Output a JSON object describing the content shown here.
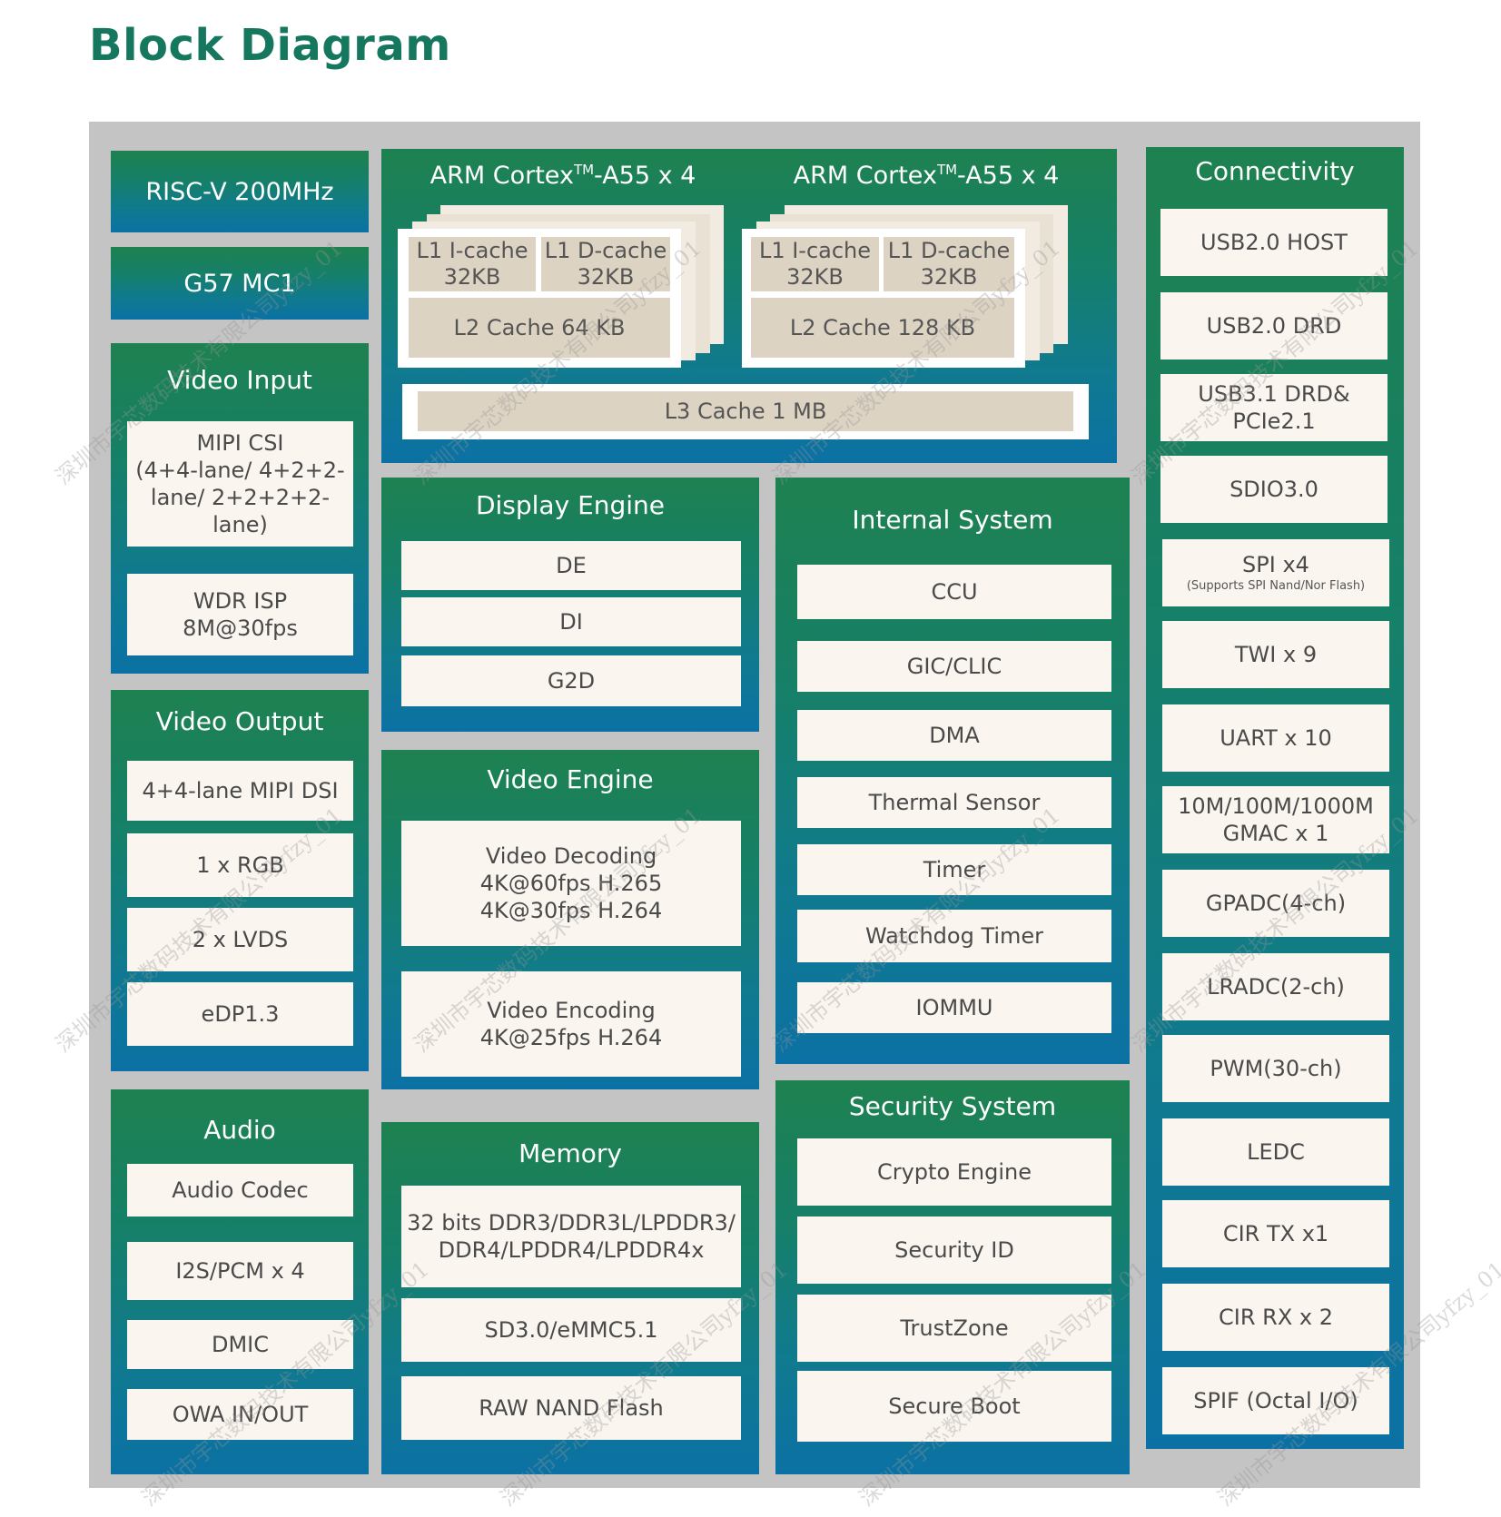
{
  "title": "Block Diagram",
  "colors": {
    "title": "#16775f",
    "background": "#c4c4c4",
    "panel_top": "#1e8150",
    "panel_bottom": "#0b71a4",
    "box": "#faf5ef",
    "cache": "#ddd3c3"
  },
  "cores": {
    "riscv": "RISC-V 200MHz",
    "gpu": "G57 MC1"
  },
  "cpu": {
    "cluster1": {
      "title": "ARM Cortex",
      "tm": "TM",
      "title_suffix": "-A55 x 4",
      "l1i": [
        "L1 I-cache",
        "32KB"
      ],
      "l1d": [
        "L1 D-cache",
        "32KB"
      ],
      "l2": "L2 Cache 64 KB"
    },
    "cluster2": {
      "title": "ARM Cortex",
      "tm": "TM",
      "title_suffix": "-A55 x 4",
      "l1i": [
        "L1 I-cache",
        "32KB"
      ],
      "l1d": [
        "L1 D-cache",
        "32KB"
      ],
      "l2": "L2 Cache 128 KB"
    },
    "l3": "L3 Cache 1 MB"
  },
  "video_input": {
    "title": "Video Input",
    "items": [
      "MIPI CSI",
      "(4+4-lane/ 4+2+2-",
      "lane/ 2+2+2+2-lane)",
      "WDR ISP",
      "8M@30fps"
    ]
  },
  "video_output": {
    "title": "Video Output",
    "items": [
      "4+4-lane MIPI DSI",
      "1 x RGB",
      "2 x LVDS",
      "eDP1.3"
    ]
  },
  "audio": {
    "title": "Audio",
    "items": [
      "Audio Codec",
      "I2S/PCM x 4",
      "DMIC",
      "OWA IN/OUT"
    ]
  },
  "display_engine": {
    "title": "Display Engine",
    "items": [
      "DE",
      "DI",
      "G2D"
    ]
  },
  "video_engine": {
    "title": "Video Engine",
    "items": [
      "Video Decoding",
      "4K@60fps H.265",
      "4K@30fps H.264",
      "Video Encoding",
      "4K@25fps H.264"
    ]
  },
  "memory": {
    "title": "Memory",
    "items": [
      "32 bits DDR3/DDR3L/LPDDR3/",
      "DDR4/LPDDR4/LPDDR4x",
      "SD3.0/eMMC5.1",
      "RAW NAND Flash"
    ]
  },
  "internal_system": {
    "title": "Internal System",
    "items": [
      "CCU",
      "GIC/CLIC",
      "DMA",
      "Thermal Sensor",
      "Timer",
      "Watchdog Timer",
      "IOMMU"
    ]
  },
  "security_system": {
    "title": "Security System",
    "items": [
      "Crypto Engine",
      "Security ID",
      "TrustZone",
      "Secure Boot"
    ]
  },
  "connectivity": {
    "title": "Connectivity",
    "items": [
      "USB2.0 HOST",
      "USB2.0 DRD",
      "USB3.1 DRD&",
      "PCIe2.1",
      "SDIO3.0",
      "SPI x4",
      "(Supports SPI Nand/Nor Flash)",
      "TWI x 9",
      "UART x 10",
      "10M/100M/1000M",
      "GMAC x 1",
      "GPADC(4-ch)",
      "LRADC(2-ch)",
      "PWM(30-ch)",
      "LEDC",
      "CIR TX x1",
      "CIR RX x 2",
      "SPIF (Octal I/O)"
    ]
  },
  "watermark": "深圳市宇芯数码技术有限公司yfzy_01"
}
